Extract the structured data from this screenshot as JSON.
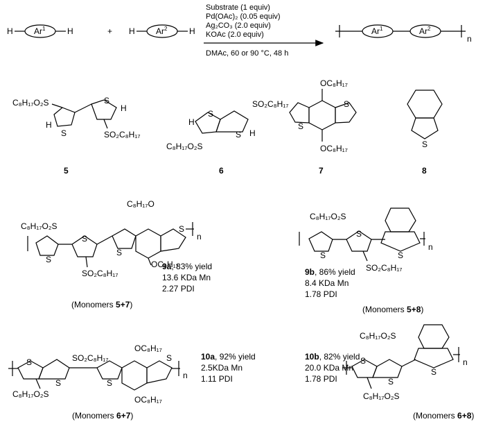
{
  "reaction": {
    "h_left": "H",
    "h_right": "H",
    "ar1": "Ar",
    "ar1_sup": "1",
    "plus": "+",
    "ar2": "Ar",
    "ar2_sup": "2",
    "conditions": [
      "Substrate (1 equiv)",
      "Pd(OAc)₂ (0.05 equiv)",
      "Ag₂CO₃ (2.0 equiv)",
      "KOAc (2.0 equiv)"
    ],
    "solvent": "DMAc, 60 or 90 °C, 48 h",
    "repeat_n": "n"
  },
  "atoms": {
    "S": "S",
    "H": "H",
    "sulfonyl": "SO₂C₈H₁₇",
    "sulfonyl_left": "C₈H₁₇O₂S",
    "alkoxy": "OC₈H₁₇",
    "alkoxy_left": "C₈H₁₇O"
  },
  "monomers": [
    {
      "label": "5"
    },
    {
      "label": "6"
    },
    {
      "label": "7"
    },
    {
      "label": "8"
    }
  ],
  "polymers": [
    {
      "name": "9a",
      "yield": ", 83% yield",
      "mn": "13.6 KDa Mn",
      "pdi": "2.27 PDI",
      "monomers_prefix": "(Monomers ",
      "monomers_combo": "5+7",
      "monomers_suffix": ")"
    },
    {
      "name": "9b",
      "yield": ", 86% yield",
      "mn": "8.4 KDa Mn",
      "pdi": "1.78 PDI",
      "monomers_prefix": "(Monomers ",
      "monomers_combo": "5+8",
      "monomers_suffix": ")"
    },
    {
      "name": "10a",
      "yield": ", 92% yield",
      "mn": "2.5KDa Mn",
      "pdi": "1.11 PDI",
      "monomers_prefix": "(Monomers ",
      "monomers_combo": "6+7",
      "monomers_suffix": ")"
    },
    {
      "name": "10b",
      "yield": ", 82% yield",
      "mn": "20.0 KDa Mn",
      "pdi": "1.78 PDI",
      "monomers_prefix": "(Monomers ",
      "monomers_combo": "6+8",
      "monomers_suffix": ")"
    }
  ]
}
